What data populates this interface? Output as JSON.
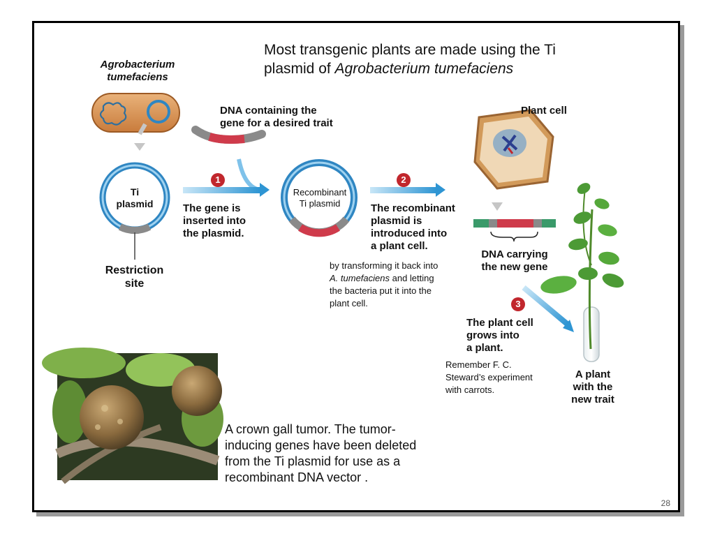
{
  "slide": {
    "title_line1": "Most transgenic plants are made using the Ti",
    "title_line2_plain": "plasmid of ",
    "title_line2_italic": "Agrobacterium tumefaciens",
    "page_number": "28"
  },
  "diagram": {
    "bacterium_label_1": "Agrobacterium",
    "bacterium_label_2": "tumefaciens",
    "ti_plasmid_label_1": "Ti",
    "ti_plasmid_label_2": "plasmid",
    "restriction_label_1": "Restriction",
    "restriction_label_2": "site",
    "dna_label_1": "DNA containing the",
    "dna_label_2": "gene for a desired trait",
    "step1_number": "1",
    "step1_text_1": "The gene is",
    "step1_text_2": "inserted into",
    "step1_text_3": "the plasmid.",
    "recombinant_label_1": "Recombinant",
    "recombinant_label_2": "Ti plasmid",
    "step2_number": "2",
    "step2_text_1": "The recombinant",
    "step2_text_2": "plasmid is",
    "step2_text_3": "introduced into",
    "step2_text_4": "a plant cell.",
    "step2_note_1": "by transforming it back into",
    "step2_note_2": "A. tumefaciens",
    "step2_note_2b": " and letting",
    "step2_note_3": "the bacteria put it into the",
    "step2_note_4": "plant cell.",
    "plant_cell_label": "Plant cell",
    "dna_carrying_1": "DNA carrying",
    "dna_carrying_2": "the new gene",
    "step3_number": "3",
    "step3_text_1": "The plant cell",
    "step3_text_2": "grows into",
    "step3_text_3": "a plant.",
    "step3_note_1": "Remember F. C.",
    "step3_note_2": "Steward’s experiment",
    "step3_note_3": "with carrots.",
    "plant_label_1": "A plant",
    "plant_label_2": "with the",
    "plant_label_3": "new trait"
  },
  "photo": {
    "caption_1": "A crown gall tumor. The tumor-",
    "caption_2": "inducing genes have been deleted",
    "caption_3": "from the Ti plasmid for use as a",
    "caption_4": "recombinant DNA vector ."
  }
}
